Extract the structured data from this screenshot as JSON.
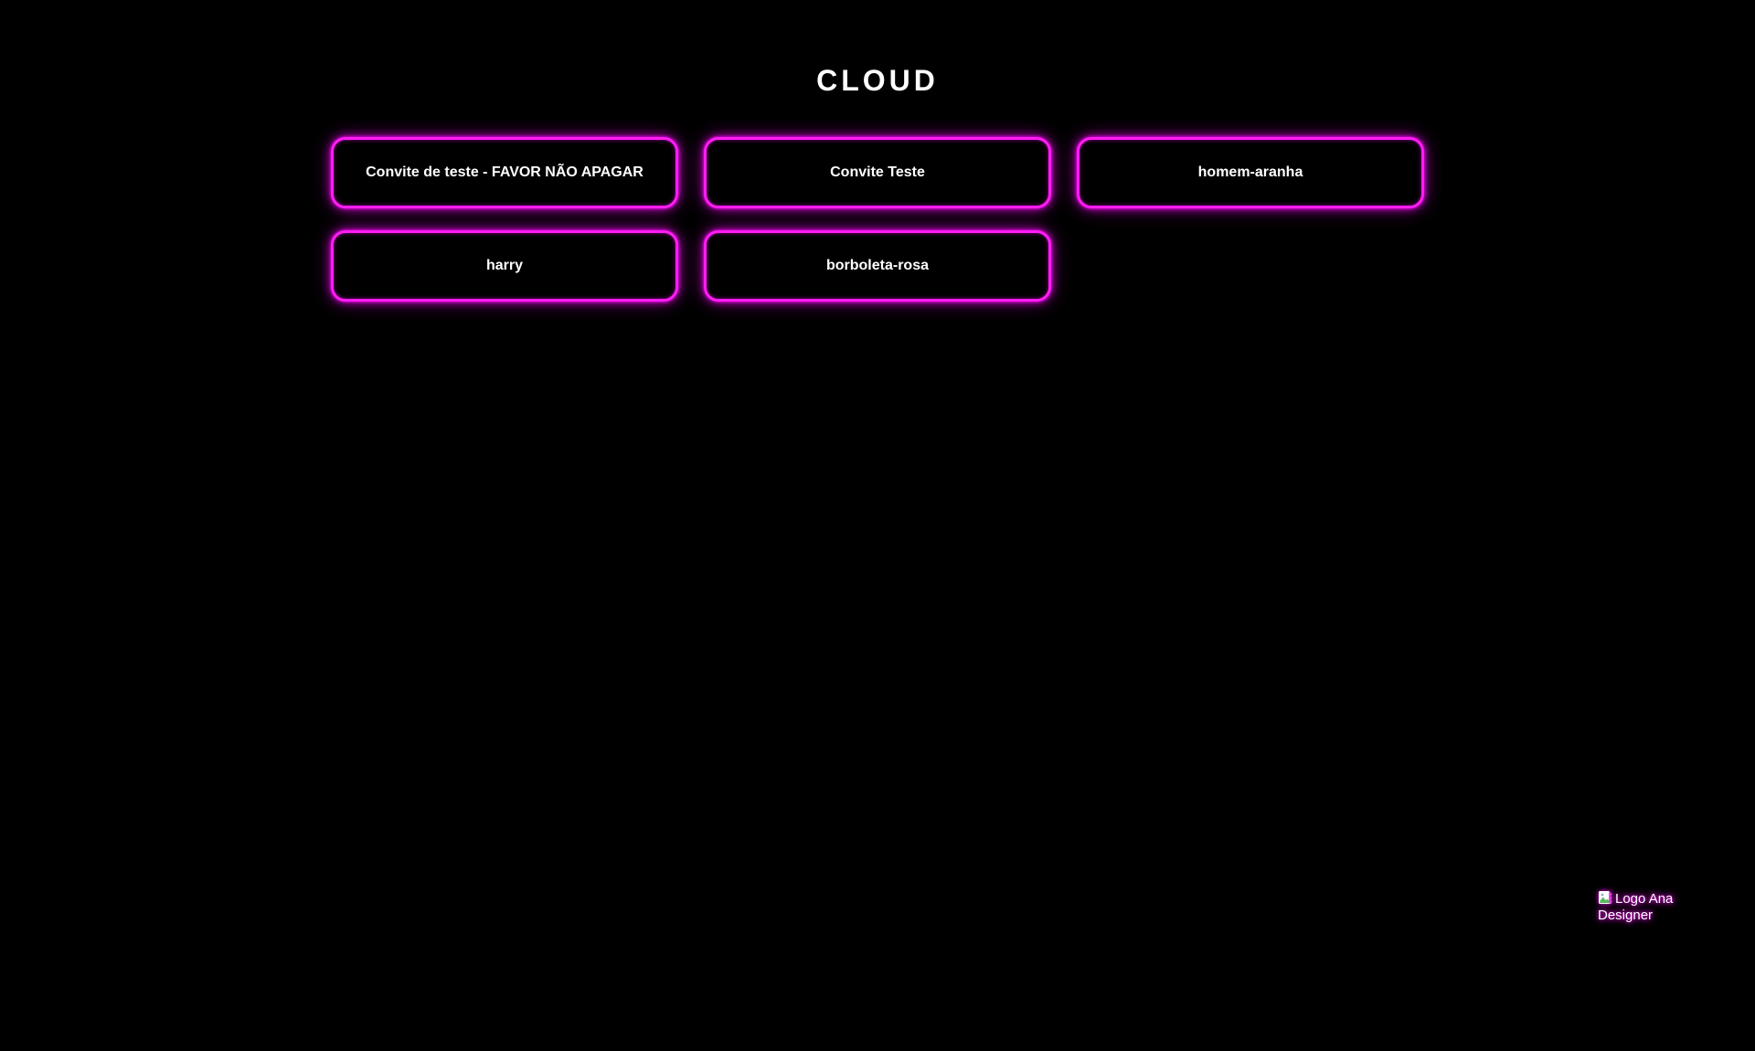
{
  "page": {
    "title": "CLOUD"
  },
  "theme": {
    "background_color": "#000000",
    "neon_color": "#ff00ff",
    "text_color": "#ffffff"
  },
  "cards": [
    {
      "label": "Convite de teste - FAVOR NÃO APAGAR"
    },
    {
      "label": "Convite Teste"
    },
    {
      "label": "homem-aranha"
    },
    {
      "label": "harry"
    },
    {
      "label": "borboleta-rosa"
    }
  ],
  "footer_logo": {
    "alt_text": "Logo Ana Designer",
    "icon": "broken-image-icon"
  }
}
